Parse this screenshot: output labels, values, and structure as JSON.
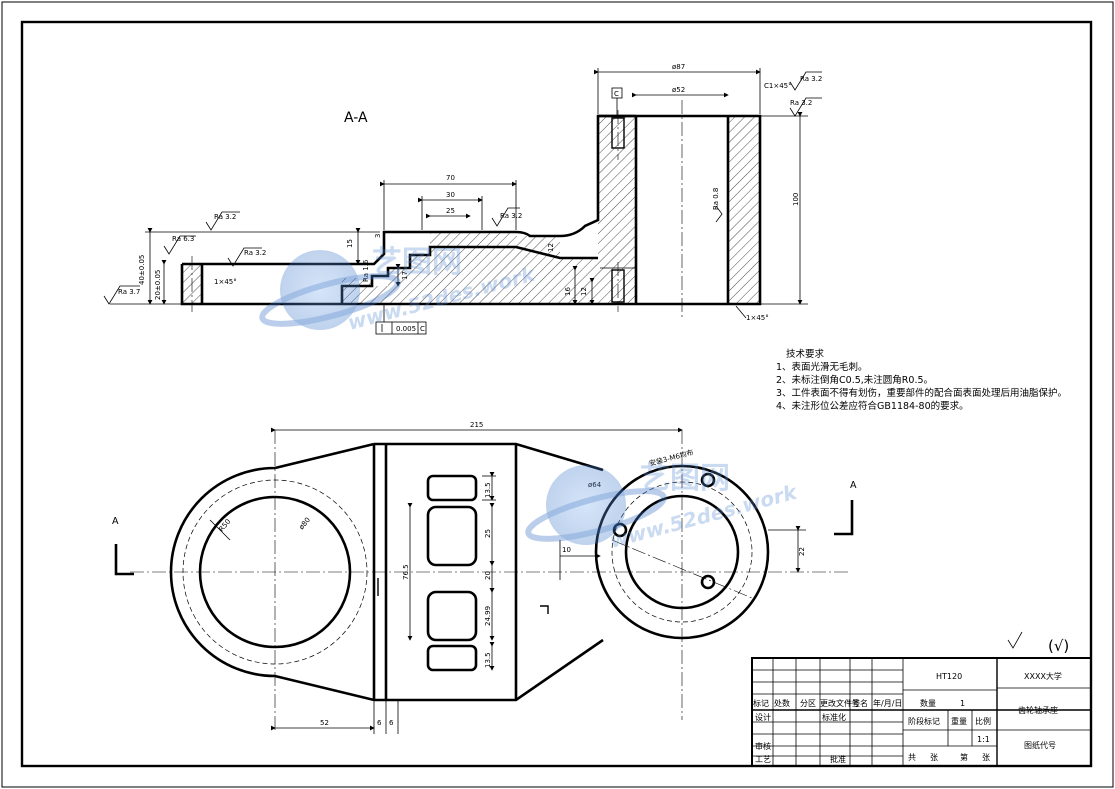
{
  "section_label": "A-A",
  "section_marker": "A",
  "dimensions_section": {
    "d87": "ø87",
    "d52": "ø52",
    "chamfer_top": "C1×45°",
    "h100": "100",
    "l70": "70",
    "l30": "30",
    "l25": "25",
    "h15": "15",
    "h17": "17",
    "h16": "16",
    "h12": "12",
    "h12b": "12",
    "h3": "3",
    "dim_left_a": "40±0.05",
    "dim_left_b": "20±0.05",
    "chamfer_left": "1×45°",
    "chamfer_right": "1×45°",
    "datum": "C",
    "geom_tol_value": "0.005",
    "geom_tol_datum": "C"
  },
  "roughness": [
    "Ra 3.2",
    "Ra 3.2",
    "Ra 3.2",
    "Ra 6.3",
    "Ra 3.2",
    "Ra 3.7",
    "Ra 1.6",
    "Ra 0.8",
    "Ra 3.2"
  ],
  "dimensions_plan": {
    "l215": "215",
    "r50": "R50",
    "d80": "ø80",
    "d64": "ø64",
    "h13_5a": "13.5",
    "h25": "25",
    "h20": "20",
    "h24_99": "24.99",
    "h13_5b": "13.5",
    "h76_5": "76.5",
    "l10": "10",
    "h22": "22",
    "l52": "52",
    "l6a": "6",
    "l6b": "6",
    "holes_note": "安装3-M6均布"
  },
  "tech_req": {
    "title": "技术要求",
    "items": [
      "1、表面光滑无毛刺。",
      "2、未标注倒角C0.5,未注圆角R0.5。",
      "3、工件表面不得有划伤，重要部件的配合面表面处理后用油脂保护。",
      "4、未注形位公差应符合GB1184-80的要求。"
    ]
  },
  "roughness_other": "(√)",
  "title_block": {
    "material": "HT120",
    "school": "XXXX大学",
    "part_name": "齿轮轴承座",
    "drawing_no": "图纸代号",
    "qty_label": "数量",
    "qty_value": "1",
    "stage_label": "阶段标记",
    "weight_label": "重量",
    "scale_label": "比例",
    "scale_value": "1:1",
    "total_label": "共",
    "sheet_unit": "张",
    "nth_label": "第",
    "sheet_unit2": "张",
    "rev_headers": [
      "标记",
      "处数",
      "分区",
      "更改文件号",
      "签名",
      "年/月/日"
    ],
    "design": "设计",
    "standard": "标准化",
    "review": "审核",
    "process": "工艺",
    "approve": "批准"
  },
  "watermark": {
    "name": "艺图网",
    "url": "www.52des.work"
  }
}
